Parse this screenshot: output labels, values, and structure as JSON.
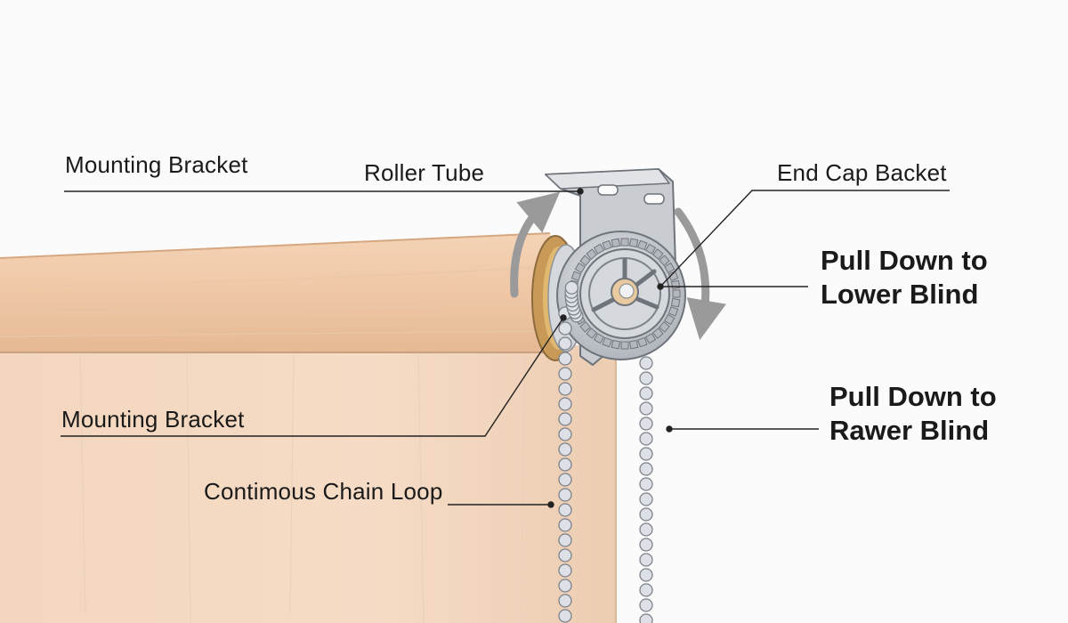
{
  "labels": {
    "mounting_bracket_top": "Mounting Bracket",
    "roller_tube": "Roller Tube",
    "end_cap_backet": "End Cap Backet",
    "pull_down_lower_1": "Pull Down to",
    "pull_down_lower_2": "Lower Blind",
    "pull_down_rawer_1": "Pull Down to",
    "pull_down_rawer_2": "Rawer Blind",
    "mounting_bracket_bottom": "Mounting Bracket",
    "chain_loop": "Contimous Chain Loop"
  },
  "colors": {
    "fabric": "#efc9a8",
    "fabric_dark": "#dcae87",
    "metal": "#c9ccd1",
    "metal_dark": "#8e939a",
    "arrow": "#9a9a9a",
    "leader_line": "#222222",
    "bead": "#dde0e6"
  },
  "icons": {
    "rotation_arrows": "curved-rotation-arrow-icon"
  }
}
